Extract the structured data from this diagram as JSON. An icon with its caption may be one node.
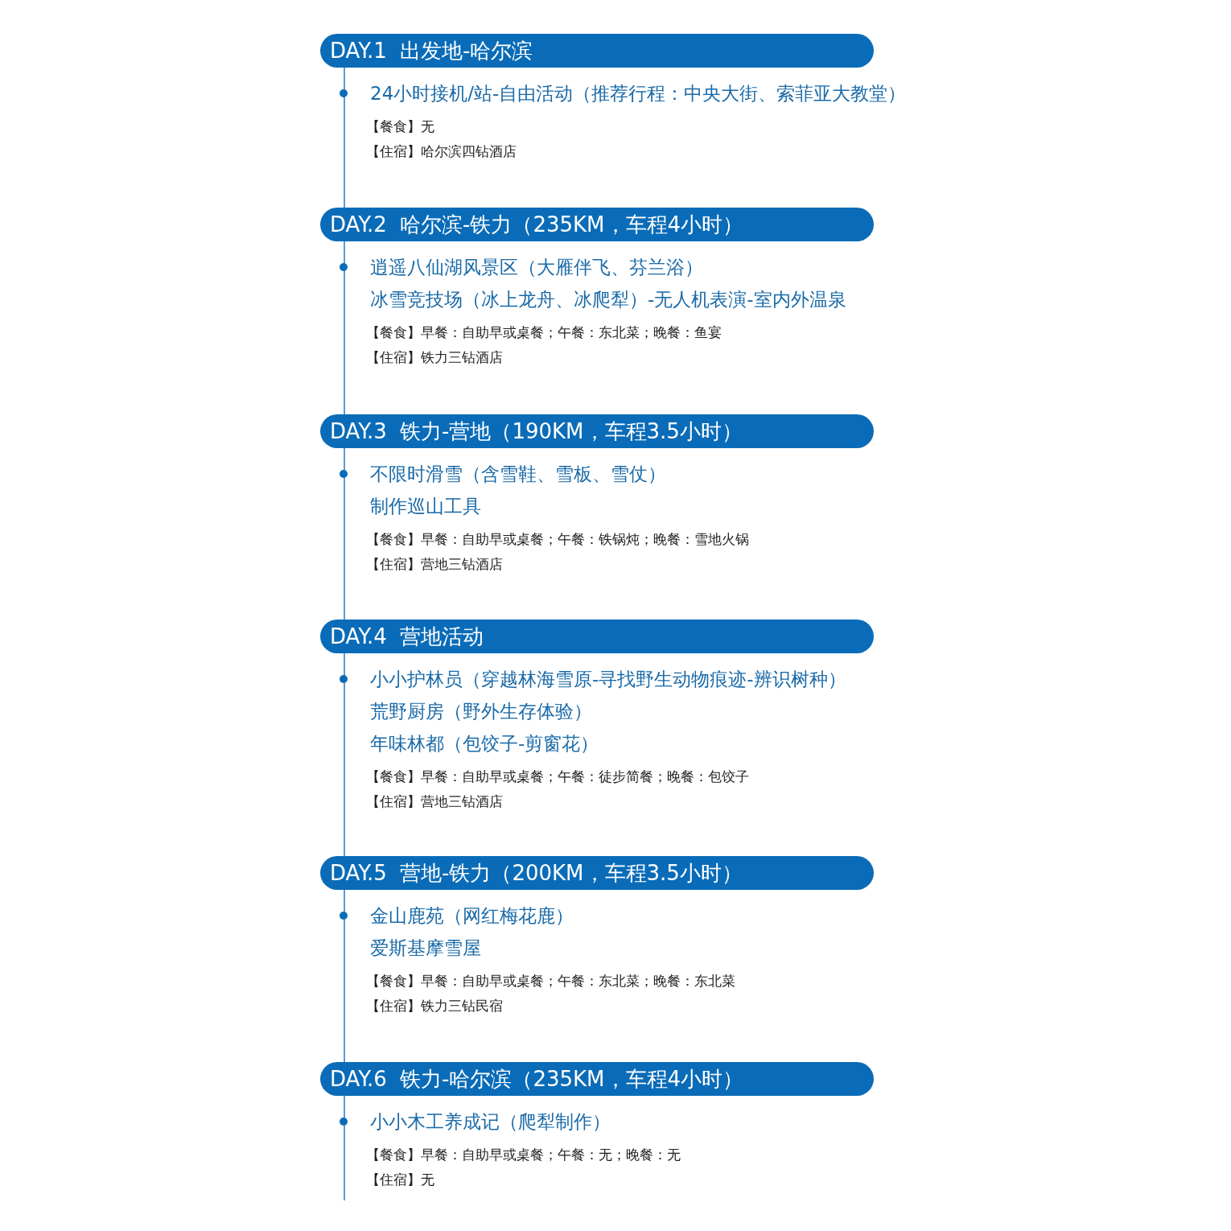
{
  "diagram": {
    "nodes": [
      {
        "text": [
          "DAY.1 出发地-哈尔滨"
        ],
        "beside": [
          "24小时接机/站-自由活动（推荐行程：中央大街、索菲亚大教堂）",
          "【餐食】无",
          "【住宿】哈尔滨四钻酒店"
        ]
      },
      {
        "text": [
          "DAY.2 哈尔滨-铁力（235KM，车程4小时）"
        ],
        "beside": [
          "逍遥八仙湖风景区（大雁伴飞、芬兰浴）",
          "冰雪竞技场（冰上龙舟、冰爬犁）-无人机表演-室内外温泉",
          "【餐食】早餐：自助早或桌餐；午餐：东北菜；晚餐：鱼宴",
          "【住宿】铁力三钻酒店"
        ]
      },
      {
        "text": [
          "DAY.3 铁力-营地（190KM，车程3.5小时）"
        ],
        "beside": [
          "不限时滑雪（含雪鞋、雪板、雪仗）",
          "制作巡山工具",
          "【餐食】早餐：自助早或桌餐；午餐：铁锅炖；晚餐：雪地火锅",
          "【住宿】营地三钻酒店"
        ]
      },
      {
        "text": [
          "DAY.4 营地活动"
        ],
        "beside": [
          "小小护林员（穿越林海雪原-寻找野生动物痕迹-辨识树种）",
          "荒野厨房（野外生存体验）",
          "年味林都（包饺子-剪窗花）",
          "【餐食】早餐：自助早或桌餐；午餐：徒步简餐；晚餐：包饺子",
          "【住宿】营地三钻酒店"
        ]
      },
      {
        "text": [
          "DAY.5 营地-铁力（200KM，车程3.5小时）"
        ],
        "beside": [
          "金山鹿苑（网红梅花鹿）",
          "爱斯基摩雪屋",
          "【餐食】早餐：自助早或桌餐；午餐：东北菜；晚餐：东北菜",
          "【住宿】铁力三钻民宿"
        ]
      },
      {
        "text": [
          "DAY.6 铁力-哈尔滨（235KM，车程4小时）"
        ],
        "beside": [
          "小小木工养成记（爬犁制作）",
          "【餐食】早餐：自助早或桌餐；午餐：无；晚餐：无",
          "【住宿】无"
        ]
      }
    ]
  }
}
